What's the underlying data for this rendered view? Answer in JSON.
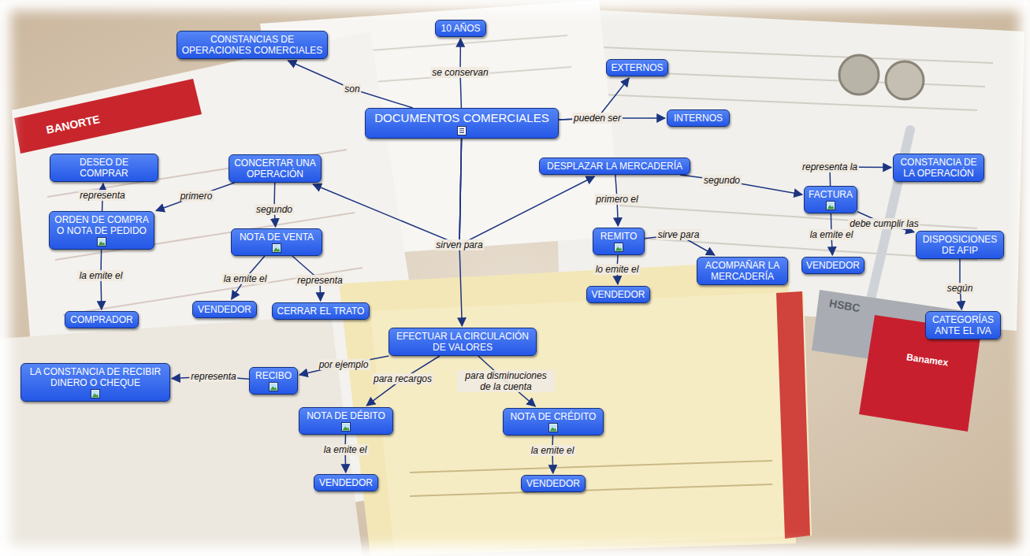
{
  "diagram": {
    "nodes": [
      {
        "text": [
          "CONSTANCIAS DE OPERACIONES COMERCIALES"
        ]
      },
      {
        "text": [
          "10 AÑOS"
        ]
      },
      {
        "text": [
          "EXTERNOS"
        ]
      },
      {
        "text": [
          "DOCUMENTOS COMERCIALES"
        ]
      },
      {
        "text": [
          "INTERNOS"
        ]
      },
      {
        "text": [
          "DESEO DE COMPRAR"
        ]
      },
      {
        "text": [
          "CONCERTAR UNA OPERACIÓN"
        ]
      },
      {
        "text": [
          "DESPLAZAR LA MERCADERÍA"
        ]
      },
      {
        "text": [
          "CONSTANCIA DE LA OPERACIÓN"
        ]
      },
      {
        "text": [
          "FACTURA"
        ]
      },
      {
        "text": [
          "ORDEN DE COMPRA O NOTA DE PEDIDO"
        ]
      },
      {
        "text": [
          "NOTA DE VENTA"
        ]
      },
      {
        "text": [
          "REMITO"
        ]
      },
      {
        "text": [
          "DISPOSICIONES DE AFIP"
        ]
      },
      {
        "text": [
          "VENDEDOR"
        ]
      },
      {
        "text": [
          "ACOMPAÑAR LA MERCADERÍA"
        ]
      },
      {
        "text": [
          "VENDEDOR"
        ]
      },
      {
        "text": [
          "CERRAR EL TRATO"
        ]
      },
      {
        "text": [
          "VENDEDOR"
        ]
      },
      {
        "text": [
          "COMPRADOR"
        ]
      },
      {
        "text": [
          "CATEGORÍAS ANTE EL IVA"
        ]
      },
      {
        "text": [
          "EFECTUAR LA CIRCULACIÓN DE VALORES"
        ]
      },
      {
        "text": [
          "LA CONSTANCIA DE RECIBIR DINERO O CHEQUE"
        ]
      },
      {
        "text": [
          "RECIBO"
        ]
      },
      {
        "text": [
          "NOTA DE DÉBITO"
        ]
      },
      {
        "text": [
          "NOTA DE CRÉDITO"
        ]
      },
      {
        "text": [
          "VENDEDOR"
        ]
      },
      {
        "text": [
          "VENDEDOR"
        ]
      }
    ],
    "edges": [
      {
        "from": 3,
        "to": 0,
        "label": "son",
        "arrow": "to"
      },
      {
        "from": 3,
        "to": 1,
        "label": "se conservan",
        "arrow": "to"
      },
      {
        "from": 3,
        "to": 2,
        "label": "pueden ser",
        "arrow": "to"
      },
      {
        "from": 3,
        "to": 4,
        "arrow": "to"
      },
      {
        "from": 3,
        "to": 6,
        "label": "sirven para",
        "arrow": "to"
      },
      {
        "from": 3,
        "to": 7,
        "arrow": "to"
      },
      {
        "from": 3,
        "to": 21,
        "arrow": "to"
      },
      {
        "from": 6,
        "to": 10,
        "label": "primero",
        "arrow": "to"
      },
      {
        "from": 6,
        "to": 11,
        "label": "segundo",
        "arrow": "to"
      },
      {
        "from": 10,
        "to": 5,
        "label": "representa",
        "arrow": "to"
      },
      {
        "from": 10,
        "to": 19,
        "label": "la emite el",
        "arrow": "to"
      },
      {
        "from": 11,
        "to": 16,
        "label": "la emite el",
        "arrow": "to"
      },
      {
        "from": 11,
        "to": 17,
        "label": "representa",
        "arrow": "to"
      },
      {
        "from": 7,
        "to": 12,
        "label": "primero el",
        "arrow": "to"
      },
      {
        "from": 7,
        "to": 9,
        "label": "segundo",
        "arrow": "to"
      },
      {
        "from": 12,
        "to": 15,
        "label": "sirve para",
        "arrow": "to"
      },
      {
        "from": 12,
        "to": 18,
        "label": "lo emite el",
        "arrow": "to"
      },
      {
        "from": 9,
        "to": 8,
        "label": "representa la",
        "arrow": "to"
      },
      {
        "from": 9,
        "to": 13,
        "label": "debe cumplir las",
        "arrow": "to"
      },
      {
        "from": 9,
        "to": 14,
        "label": "la emite el",
        "arrow": "to"
      },
      {
        "from": 13,
        "to": 20,
        "label": "según",
        "arrow": "to"
      },
      {
        "from": 21,
        "to": 23,
        "label": "por ejemplo",
        "arrow": "to"
      },
      {
        "from": 21,
        "to": 24,
        "label": "para recargos",
        "arrow": "to"
      },
      {
        "from": 21,
        "to": 25,
        "label": "para disminuciones de la cuenta",
        "arrow": "to"
      },
      {
        "from": 23,
        "to": 22,
        "label": "representa",
        "arrow": "to"
      },
      {
        "from": 24,
        "to": 26,
        "label": "la emite el",
        "arrow": "to"
      },
      {
        "from": 25,
        "to": 27,
        "label": "la emite el",
        "arrow": "to"
      }
    ],
    "labels": [
      "BANORTE",
      "HSBC",
      "Banamex"
    ]
  }
}
